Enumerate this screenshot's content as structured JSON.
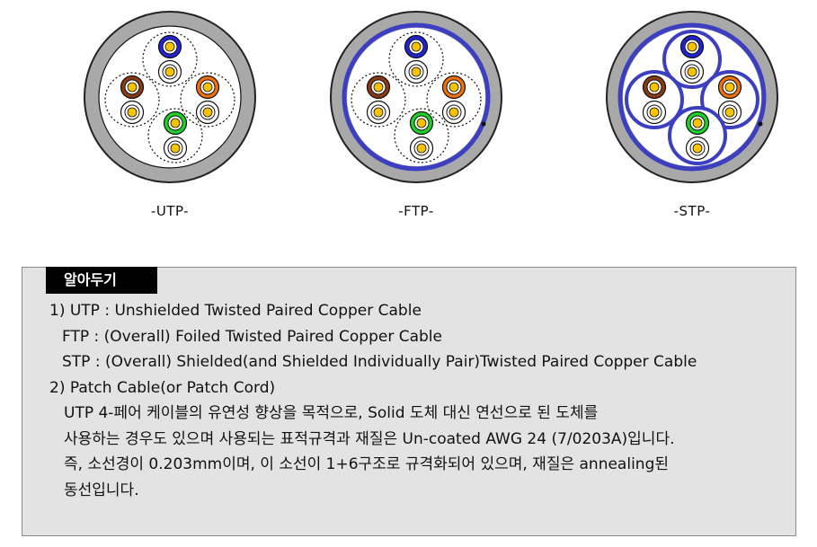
{
  "diagrams": [
    {
      "id": "utp",
      "label": "-UTP-",
      "shield": "none"
    },
    {
      "id": "ftp",
      "label": "-FTP-",
      "shield": "overall"
    },
    {
      "id": "stp",
      "label": "-STP-",
      "shield": "overall-and-pairs"
    }
  ],
  "colors": {
    "jacket": "#a9a9a9",
    "jacket_border": "#222222",
    "core_fill": "#ffffff",
    "shield": "#3b3fc0",
    "copper": "#f7c200",
    "pair_colors": [
      "#2323d6",
      "#8a3a14",
      "#f0700e",
      "#1fd12b"
    ]
  },
  "note": {
    "title": "알아두기",
    "lines": [
      "1) UTP : Unshielded Twisted Paired Copper Cable",
      "FTP : (Overall) Foiled Twisted Paired Copper Cable",
      "STP : (Overall) Shielded(and Shielded Individually Pair)Twisted Paired Copper Cable",
      "2) Patch Cable(or Patch Cord)",
      "UTP 4-페어 케이블의 유연성 향상을 목적으로, Solid 도체 대신 연선으로 된 도체를",
      "사용하는 경우도 있으며 사용되는 표적규격과 재질은 Un-coated AWG 24 (7/0203A)입니다.",
      "즉, 소선경이 0.203mm이며, 이 소선이 1+6구조로 규격화되어 있으며, 재질은 annealing된",
      "동선입니다."
    ]
  }
}
